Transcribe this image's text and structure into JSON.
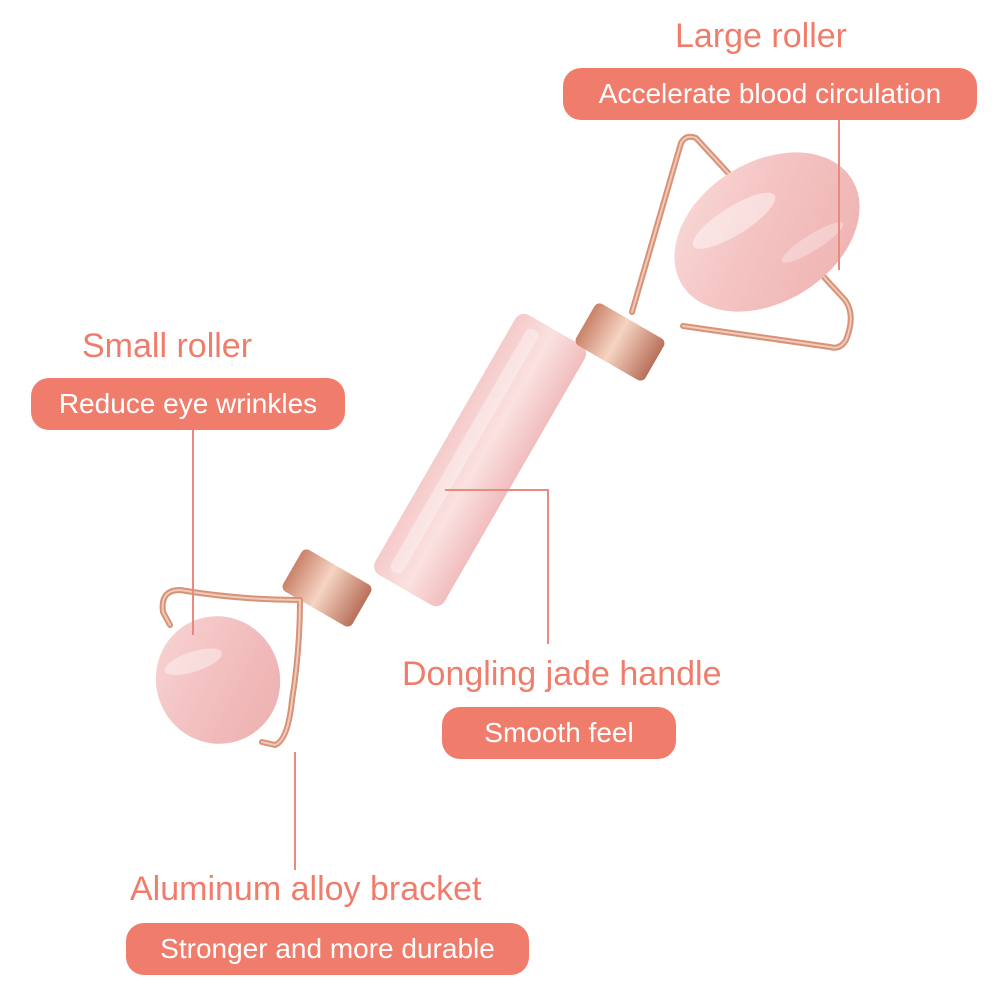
{
  "callouts": {
    "large_roller": {
      "title": "Large roller",
      "benefit": "Accelerate blood circulation"
    },
    "small_roller": {
      "title": "Small roller",
      "benefit": "Reduce eye wrinkles"
    },
    "handle": {
      "title": "Dongling jade handle",
      "benefit": "Smooth feel"
    },
    "bracket": {
      "title": "Aluminum alloy bracket",
      "benefit": "Stronger and more durable"
    }
  },
  "colors": {
    "accent": "#f07d6c",
    "jade": "#f6c9c8",
    "rose_gold": "#d7967d"
  }
}
